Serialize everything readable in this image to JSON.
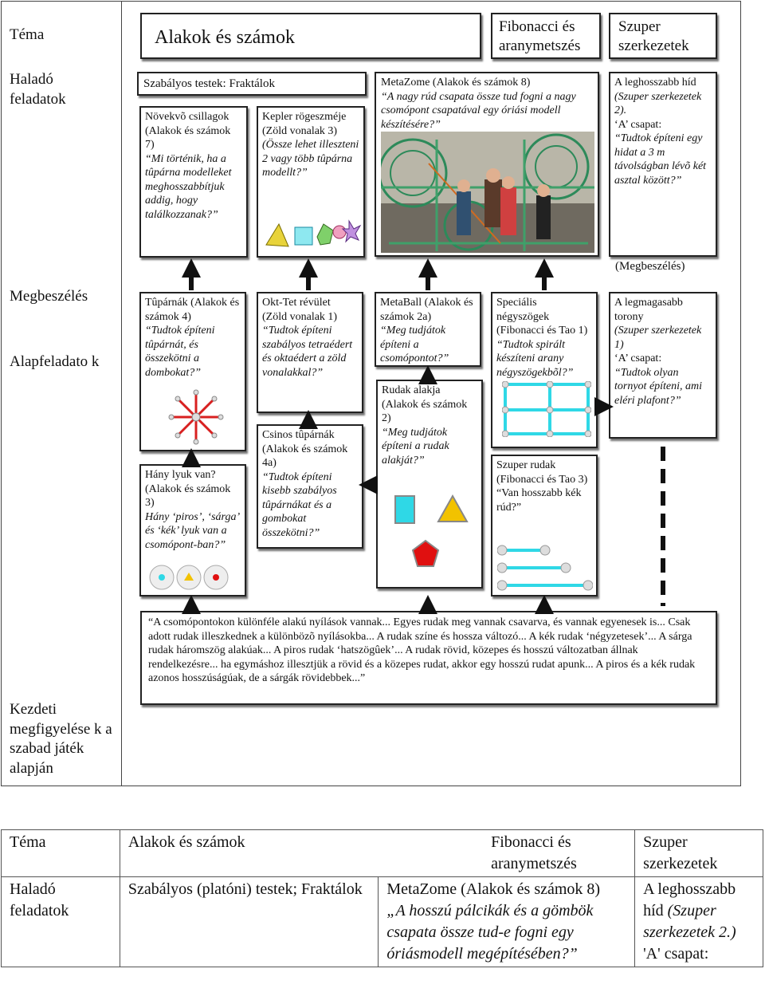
{
  "top": {
    "rows": {
      "tema": "Téma",
      "halado": "Haladó feladatok",
      "megbeszeles": "Megbeszélés",
      "alapfeladatok": "Alapfeladato k",
      "kezdeti": "Kezdeti megfigyelése k a szabad játék alapján"
    },
    "header": {
      "alakok": "Alakok és számok",
      "fibonacci": "Fibonacci és aranymetszés",
      "szuper": "Szuper szerkezetek"
    },
    "section_title": "Szabályos testek: Fraktálok",
    "boxes": {
      "novekvo": {
        "title": "Növekvõ csillagok (Alakok és számok 7)",
        "q": "“Mi történik, ha a tûpárna modelleket meghosszabbítjuk addig, hogy találkozzanak?”"
      },
      "kepler": {
        "title": "Kepler rögeszméje (Zöld vonalak 3)",
        "q": "(Össze lehet illeszteni 2 vagy több tûpárna modellt?”"
      },
      "metazome": {
        "title": "MetaZome (Alakok és számok 8)",
        "q": "“A nagy rúd csapata össze tud fogni a nagy csomópont csapatával egy óriási modell készítésére?”"
      },
      "leghosszabb": {
        "title": "A leghosszabb híd",
        "ref": "(Szuper szerkezetek 2).",
        "team": "‘A’ csapat:",
        "q": "“Tudtok építeni egy hidat a 3 m távolságban lévõ két asztal között?”"
      },
      "megbeszeles_label": "(Megbeszélés)",
      "tuparnak": {
        "title": "Tûpárnák (Alakok és számok 4)",
        "q": "“Tudtok építeni tûpárnát, és összekötni a dombokat?”"
      },
      "okttet": {
        "title": "Okt-Tet révület (Zöld vonalak 1)",
        "q": "“Tudtok építeni szabályos tetraédert és oktaédert a zöld vonalakkal?”"
      },
      "metaball": {
        "title": "MetaBall (Alakok és számok 2a)",
        "q": "“Meg tudjátok építeni a csomópontot?”"
      },
      "specialis": {
        "title": "Speciális négyszögek (Fibonacci és Tao 1)",
        "q": "“Tudtok spirált készíteni arany négyszögekbõl?”"
      },
      "legmagasabb": {
        "title": "A legmagasabb torony",
        "ref": "(Szuper szerkezetek 1)",
        "team": "‘A’ csapat:",
        "q": "“Tudtok olyan tornyot építeni, ami eléri plafont?”"
      },
      "rudak": {
        "title": "Rudak alakja (Alakok és számok 2)",
        "q": "“Meg tudjátok építeni a rudak alakját?”"
      },
      "csinos": {
        "title": "Csinos tûpárnák (Alakok és számok 4a)",
        "q": "“Tudtok építeni kisebb szabályos tûpárnákat és a gombokat összekötni?”"
      },
      "hany": {
        "title": "Hány lyuk van? (Alakok és számok 3)",
        "q": "Hány ‘piros’, ‘sárga’ és ‘kék’ lyuk van a csomópont-ban?”"
      },
      "szuperrudak": {
        "title": "Szuper rudak (Fibonacci és Tao 3)",
        "q": "“Van hosszabb kék rúd?”"
      },
      "observation": "“A csomópontokon különféle alakú nyílások vannak... Egyes rudak meg vannak csavarva, és vannak egyenesek is... Csak adott rudak illeszkednek a különbözõ nyílásokba... A rudak színe és hossza változó... A kék rudak ‘négyzetesek’... A sárga rudak háromszög alakúak... A piros rudak ‘hatszögûek’... A rudak rövid, közepes és hosszú változatban állnak rendelkezésre... ha egymáshoz illesztjük a rövid és a közepes rudat, akkor egy hosszú rudat apunk... A piros és a kék rudak azonos hosszúságúak, de a sárgák rövidebbek...”"
    }
  },
  "table2": {
    "r1": {
      "c1": "Téma",
      "c2": "Alakok és számok",
      "c3": "Fibonacci és aranymetszés",
      "c4": "Szuper szerkezetek"
    },
    "r2": {
      "c1": "Haladó feladatok",
      "c2": "Szabályos (platóni) testek; Fraktálok",
      "c3a": "MetaZome (Alakok és számok 8)",
      "c3b": "„A hosszú pálcikák és a gömbök csapata össze tud-e fogni egy óriásmodell megépítésében?”",
      "c4a": "A leghosszabb híd",
      "c4b": "(Szuper szerkezetek 2.)",
      "c4c": "'A' csapat:"
    }
  },
  "colors": {
    "cyan": "#2fd8e6",
    "yellow": "#f2c200",
    "red": "#e01010",
    "green_photo": "#3a7a4a"
  }
}
